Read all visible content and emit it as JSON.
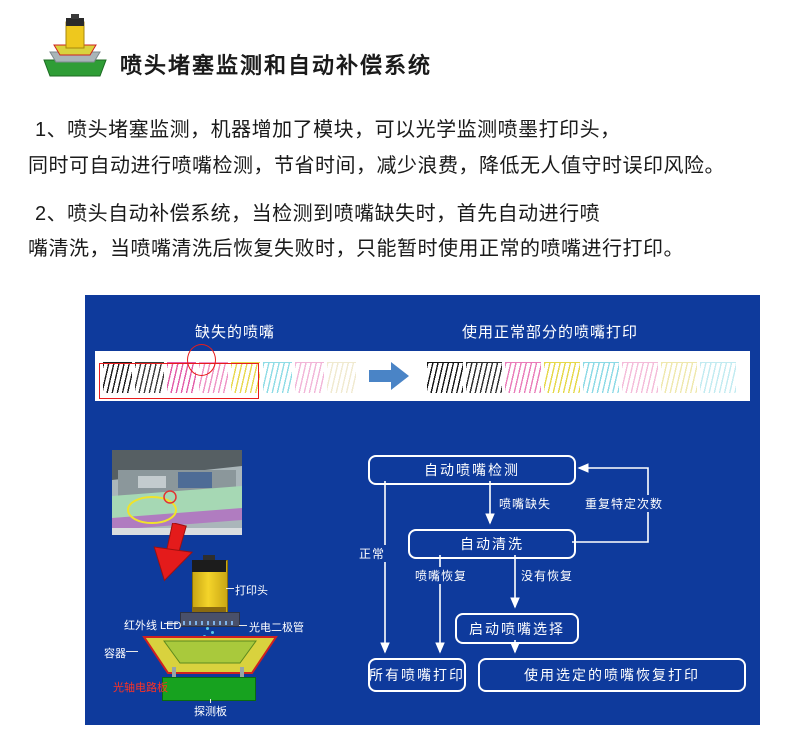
{
  "title": "喷头堵塞监测和自动补偿系统",
  "body_lines": [
    "1、喷头堵塞监测，机器增加了模块，可以光学监测喷墨打印头，",
    "同时可自动进行喷嘴检测，节省时间，减少浪费，降低无人值守时误印风险。",
    "2、喷头自动补偿系统，当检测到喷嘴缺失时，首先自动进行喷",
    "嘴清洗，当喷嘴清洗后恢复失败时，只能暂时使用正常的喷嘴进行打印。"
  ],
  "test_strip": {
    "left_blocks": [
      "#1c1c1c",
      "#3c3c3c",
      "#e25ca8",
      "#ee93c6",
      "#e8d84e",
      "#8fdce6",
      "#f2b6d8",
      "#f0ead0"
    ],
    "right_blocks": [
      "#141414",
      "#2e2e2e",
      "#ea7cba",
      "#e6d84a",
      "#8cdae6",
      "#f4bcda",
      "#efe8ae",
      "#c2ebf1"
    ]
  },
  "panel": {
    "caption_missing": "缺失的喷嘴",
    "caption_normal": "使用正常部分的喷嘴打印",
    "flow": {
      "detect": "自动喷嘴检测",
      "missing": "喷嘴缺失",
      "clean": "自动清洗",
      "normal": "正常",
      "recovered": "喷嘴恢复",
      "not_recovered": "没有恢复",
      "repeat": "重复特定次数",
      "select": "启动喷嘴选择",
      "print_all": "所有喷嘴打印",
      "print_selected": "使用选定的喷嘴恢复打印"
    },
    "device": {
      "print_head": "打印头",
      "ir_led": "红外线 LED",
      "photodiode": "光电二极管",
      "container": "容器",
      "optical_board": "光轴电路板",
      "detect_board": "探测板"
    }
  },
  "colors": {
    "panel_bg": "#0e3a9c",
    "flow_stroke": "#ffffff",
    "transition_arrow_blue": "#4a84c6",
    "annotation_red": "#e81c1c",
    "optical_board_label_red": "#ff3222"
  },
  "icons": {
    "blue_right_arrow": "→",
    "red_down_arrow": "↙"
  }
}
